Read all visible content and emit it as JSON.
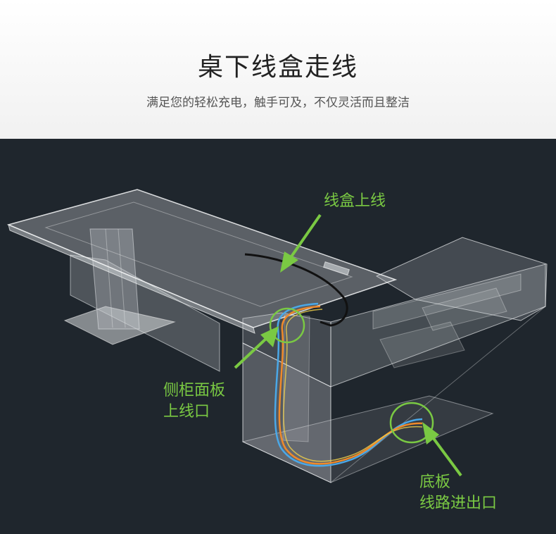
{
  "header": {
    "title": "桌下线盒走线",
    "subtitle": "满足您的轻松充电，触手可及，不仅灵活而且整洁"
  },
  "callouts": {
    "top_cable": "线盒上线",
    "side_panel_line1": "侧柜面板",
    "side_panel_line2": "上线口",
    "bottom_line1": "底板",
    "bottom_line2": "线路进出口"
  },
  "colors": {
    "background": "#1f262d",
    "accent_green": "#7ac943",
    "cable_blue": "#4aa8e8",
    "cable_orange": "#f08a2a"
  }
}
